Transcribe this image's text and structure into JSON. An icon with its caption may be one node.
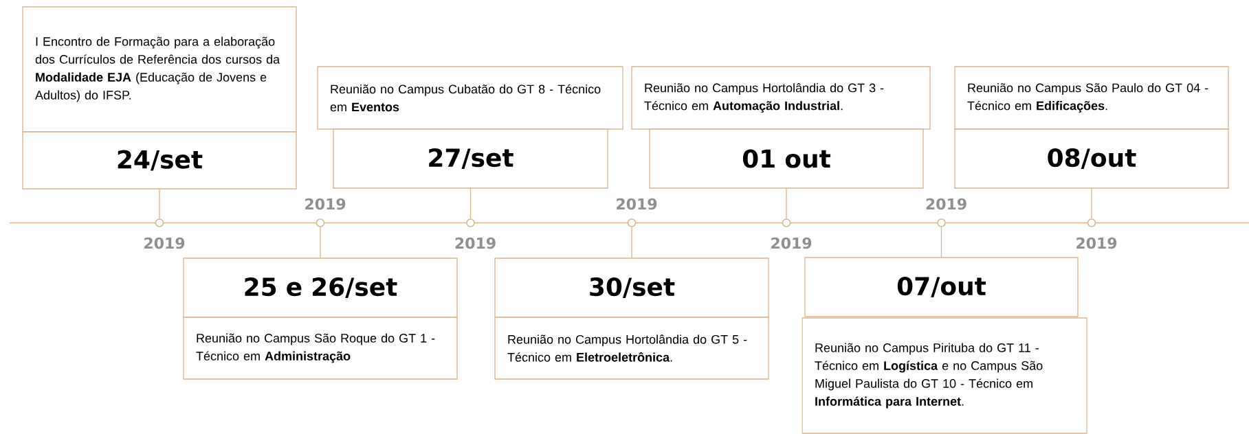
{
  "diagram": {
    "nodes": [
      {
        "text": [
          "I Encontro de Formação para a elaboração dos Currículos de Referência dos cursos da **Modalidade EJA** (Educação de Jovens e Adultos) do IFSP."
        ]
      },
      {
        "text": [
          "24/set"
        ]
      },
      {
        "text": [],
        "shape": "circle",
        "beside": [
          "2019"
        ]
      },
      {
        "text": [],
        "shape": "circle",
        "beside": [
          "2019"
        ]
      },
      {
        "text": [
          "25 e 26/set"
        ]
      },
      {
        "text": [
          "Reunião no Campus São Roque do GT 1 - Técnico em **Administração**"
        ]
      },
      {
        "text": [
          "Reunião no Campus Cubatão do GT 8 - Técnico em **Eventos**"
        ]
      },
      {
        "text": [
          "27/set"
        ]
      },
      {
        "text": [],
        "shape": "circle",
        "beside": [
          "2019"
        ]
      },
      {
        "text": [],
        "shape": "circle",
        "beside": [
          "2019"
        ]
      },
      {
        "text": [
          "30/set"
        ]
      },
      {
        "text": [
          "Reunião no Campus Hortolândia do GT 5 - Técnico em **Eletroeletrônica**."
        ]
      },
      {
        "text": [
          "Reunião no Campus Hortolândia do GT 3 - Técnico em **Automação Industrial**."
        ]
      },
      {
        "text": [
          "01 out"
        ]
      },
      {
        "text": [],
        "shape": "circle",
        "beside": [
          "2019"
        ]
      },
      {
        "text": [],
        "shape": "circle",
        "beside": [
          "2019"
        ]
      },
      {
        "text": [
          "07/out"
        ]
      },
      {
        "text": [
          "Reunião no Campus Pirituba do GT 11 - Técnico em **Logística** e no Campus São Miguel Paulista do GT 10 - Técnico em **Informática para Internet**."
        ]
      },
      {
        "text": [
          "Reunião no Campus São Paulo do GT 04 - Técnico em **Edificações**."
        ]
      },
      {
        "text": [
          "08/out"
        ]
      },
      {
        "text": [],
        "shape": "circle",
        "beside": [
          "2019"
        ]
      }
    ],
    "edges": [
      {
        "from": 1,
        "to": 2,
        "arrow": "none"
      },
      {
        "from": 4,
        "to": 3,
        "arrow": "none"
      },
      {
        "from": 7,
        "to": 8,
        "arrow": "none"
      },
      {
        "from": 10,
        "to": 9,
        "arrow": "none"
      },
      {
        "from": 13,
        "to": 14,
        "arrow": "none"
      },
      {
        "from": 16,
        "to": 15,
        "arrow": "none"
      },
      {
        "from": 19,
        "to": 20,
        "arrow": "none"
      }
    ]
  }
}
